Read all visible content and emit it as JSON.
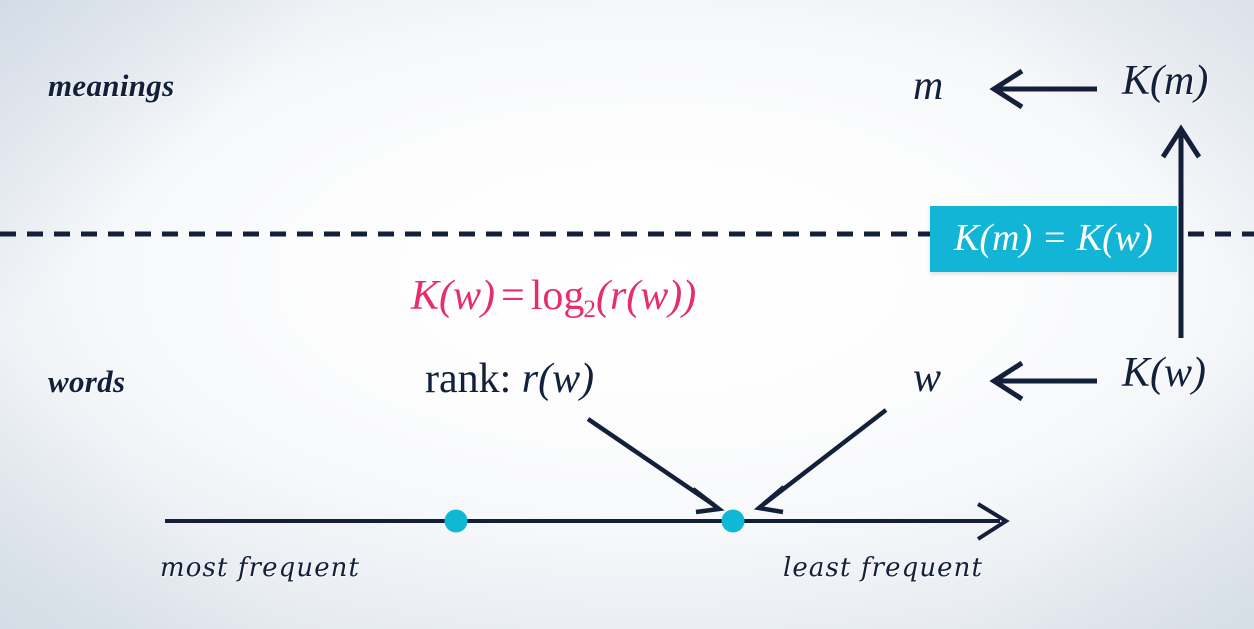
{
  "diagram": {
    "title_row_meanings": "meanings",
    "title_row_words": "words",
    "meanings_row": {
      "symbol": "m",
      "arrow_icon": "long-left-arrow",
      "source": "K(m)"
    },
    "words_row": {
      "symbol": "w",
      "arrow_icon": "long-left-arrow",
      "source": "K(w)",
      "rank_label": "rank:",
      "rank_symbol": "r(w)"
    },
    "highlight_box": {
      "text": "K(m) = K(w)",
      "bg_color": "#13b5d7",
      "text_color": "#ffffff"
    },
    "pink_formula": {
      "lhs": "K(w)",
      "equals": "=",
      "fn": "log",
      "base": "2",
      "arg": "(r(w))",
      "color": "#e62d6d"
    },
    "separator": {
      "style": "dashed-horizontal",
      "color": "#14203a"
    },
    "axis": {
      "left_caption": "most frequent",
      "right_caption": "least frequent",
      "arrow_icon": "right-arrow",
      "point_color": "#0fb8d4",
      "points": [
        {
          "name": "unlabeled-word-point",
          "x_fraction": 0.35
        },
        {
          "name": "ranked-word-point",
          "x_fraction": 0.68
        }
      ]
    },
    "connectors": [
      {
        "name": "rank-to-point-arrow",
        "icon": "diagonal-down-right-arrow"
      },
      {
        "name": "word-to-point-arrow",
        "icon": "diagonal-down-left-arrow"
      },
      {
        "name": "kw-to-km-arrow",
        "icon": "up-arrow"
      }
    ]
  }
}
